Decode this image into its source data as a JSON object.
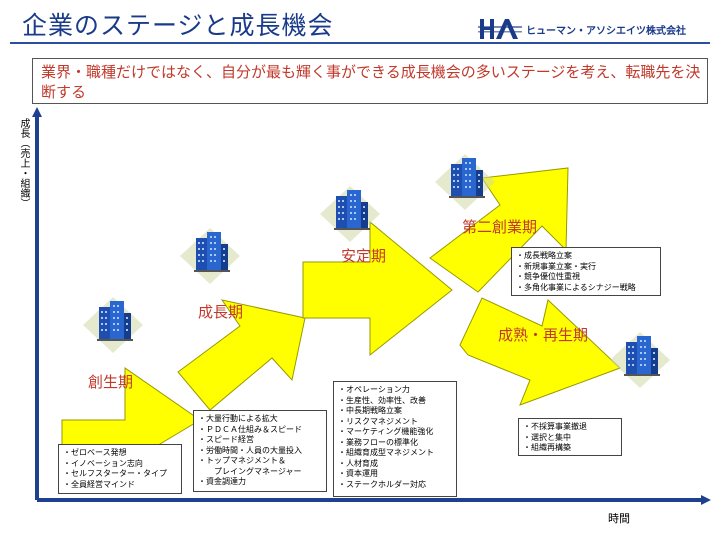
{
  "header": {
    "title": "企業のステージと成長機会",
    "company_name": "ヒューマン・アソシエイツ株式会社",
    "logo_icon": "ha-logo-icon",
    "colors": {
      "title": "#1a3a8a",
      "rule": "#2b4fa0"
    }
  },
  "headline": "業界・職種だけではなく、自分が最も輝く事ができる成長機会の多いステージを考え、転職先を決断する",
  "axes": {
    "y_label": "成長（売上・組織）",
    "x_label": "時間"
  },
  "stages": [
    {
      "id": "founding",
      "label": "創生期",
      "items": [
        "ゼロベース発想",
        "イノベーション志向",
        "セルフスターター・タイプ",
        "全員経営マインド"
      ]
    },
    {
      "id": "growth",
      "label": "成長期",
      "items": [
        "大量行動による拡大",
        "ＰＤＣＡ仕組み＆スピード",
        "スピード経営",
        "労働時間・人員の大量投入",
        "トップマネジメント＆",
        "プレイングマネージャー",
        "資金調達力"
      ]
    },
    {
      "id": "stable",
      "label": "安定期",
      "items": [
        "オペレーション力",
        "生産性、効率性、改善",
        "中長期戦略立案",
        "リスクマネジメント",
        "マーケティング機能強化",
        "業務フローの標準化",
        "組織育成型マネジメント",
        "人材育成",
        "資本運用",
        "ステークホルダー対応"
      ]
    },
    {
      "id": "second-founding",
      "label": "第二創業期",
      "items": [
        "成長戦略立案",
        "新規事業立案・実行",
        "競争優位性重視",
        "多角化事業によるシナジー戦略"
      ]
    },
    {
      "id": "maturity",
      "label": "成熟・再生期",
      "items": [
        "不採算事業撤退",
        "選択と集中",
        "組織再構築"
      ]
    }
  ],
  "colors": {
    "arrow_fill": "#ffff00",
    "arrow_stroke": "#999900",
    "stage_text": "#c0392b",
    "axis": "#1f3f8f"
  },
  "icons": {
    "building": "office-building-icon"
  }
}
